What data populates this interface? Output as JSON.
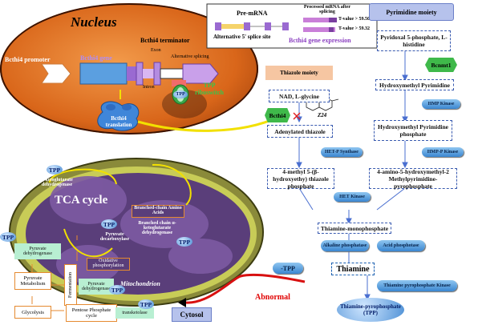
{
  "nucleus": {
    "title": "Nucleus",
    "promoter_label": "Bcthi4 promoter",
    "gene_label": "Bcthi4 gene",
    "terminator_label": "Bcthi4 terminator",
    "exon_label": "Exon",
    "intron_label": "Intron",
    "alt_splicing_label": "Alternative splicing",
    "riboswitch_label": "TPP riboswitch",
    "riboswitch_tpp": "TPP",
    "translation_label": "Bcthi4 translation"
  },
  "legend": {
    "premrna_label": "Pre-mRNA",
    "processed_label": "Processed mRNA after splicing",
    "alt_site_label": "Alternative 5' splice site",
    "tvalue1": "T-value > 59.50",
    "tvalue2": "T-value > 59.32",
    "expression_label": "Bcthi4 gene expression"
  },
  "thiazole": {
    "header": "Thiazole moiety",
    "substrate": "NAD, L-glycine",
    "bcthi4_label": "Bcthi4",
    "inhibitor_label": "Z24",
    "adenylated": "Adenylated thiazole",
    "enzyme": "HET-P Synthase",
    "product": "4-methyl 5-(β-hydroxyethy) thiazole phosphate"
  },
  "pyrimidine": {
    "header": "Pyrimidine moiety",
    "substrate": "Pyridoxal 5-phosphate, L-histidine",
    "bcnmt1_label": "Bcnmt1",
    "hmp": "Hydroxymethyl Pyrimidine",
    "hmp_kinase": "HMP Kinase",
    "hmp_phosphate": "Hydroxymethyl Pyrimidine phosphate",
    "hmpp_kinase": "HMP-P Kinase",
    "product": "4-amino-5-hydroxymethyl-2 Methylpyrimidine-pyrophosphate"
  },
  "merge": {
    "het_kinase": "HET Kinase",
    "tmp": "Thiamine-monophosphate",
    "alk_phos": "Alkaline phosphatase",
    "acid_phos": "Acid phosphotase",
    "thiamine": "Thiamine",
    "tpk": "Thiamine pyrophosphate Kinase",
    "tpp_final": "Thiamine-pyrophosphate (TPP)",
    "minus_tpp": "-TPP",
    "abnormal": "Abnormal"
  },
  "mito": {
    "tca": "TCA cycle",
    "mitochondrion": "Mitochondrion",
    "akg_dh": "α-ketoglutarate dehydrogenase",
    "bcaa": "Branched-chain Amino Acids",
    "bc_akg_dh": "Branched chain α-ketoglutarate dehydrogenase",
    "pyr_decarb": "Pyruvate decarboxylase",
    "ox_phos": "Oxidative phosphorylation",
    "pyr_dh_in": "Pyruvate dehydrogenase",
    "tpp": "TPP"
  },
  "cytosol": {
    "label": "Cytosol",
    "pyr_dh": "Pyruvate dehydrogenase",
    "pyr_metab": "Pyruvate Metabolism",
    "fermentation": "Fermentation",
    "glycolysis": "Glycolysis",
    "pentose": "Pentose Phosphate cycle",
    "transketolase": "transketolase",
    "tpp": "TPP"
  }
}
